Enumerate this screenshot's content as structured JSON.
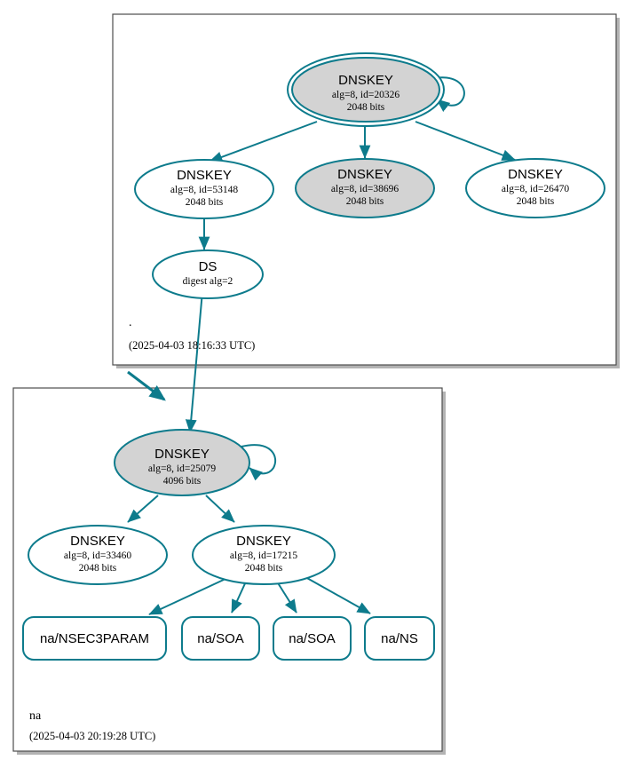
{
  "diagram": {
    "type": "dnssec-authentication-chain",
    "colors": {
      "edge": "#0d7b8c",
      "node_stroke": "#0d7b8c",
      "secure_fill": "#d3d3d3",
      "plain_fill": "#ffffff",
      "zone_border": "#4d4d4d",
      "zone_shadow": "#b3b3b3",
      "text": "#000000"
    }
  },
  "zones": [
    {
      "id": "root",
      "name": ".",
      "timestamp": "(2025-04-03 18:16:33 UTC)",
      "nodes": [
        {
          "id": "root-ksk-20326",
          "kind": "DNSKEY",
          "title": "DNSKEY",
          "line2": "alg=8, id=20326",
          "line3": "2048 bits",
          "alg": 8,
          "key_id": 20326,
          "bits": 2048,
          "shape": "double-ellipse",
          "fill": "secure",
          "self_signed": true
        },
        {
          "id": "root-zsk-53148",
          "kind": "DNSKEY",
          "title": "DNSKEY",
          "line2": "alg=8, id=53148",
          "line3": "2048 bits",
          "alg": 8,
          "key_id": 53148,
          "bits": 2048,
          "shape": "ellipse",
          "fill": "plain",
          "self_signed": false
        },
        {
          "id": "root-zsk-38696",
          "kind": "DNSKEY",
          "title": "DNSKEY",
          "line2": "alg=8, id=38696",
          "line3": "2048 bits",
          "alg": 8,
          "key_id": 38696,
          "bits": 2048,
          "shape": "ellipse",
          "fill": "secure",
          "self_signed": false
        },
        {
          "id": "root-zsk-26470",
          "kind": "DNSKEY",
          "title": "DNSKEY",
          "line2": "alg=8, id=26470",
          "line3": "2048 bits",
          "alg": 8,
          "key_id": 26470,
          "bits": 2048,
          "shape": "ellipse",
          "fill": "plain",
          "self_signed": false
        },
        {
          "id": "root-ds",
          "kind": "DS",
          "title": "DS",
          "line2": "digest alg=2",
          "line3": "",
          "digest_alg": 2,
          "shape": "ellipse",
          "fill": "plain",
          "self_signed": false
        }
      ]
    },
    {
      "id": "na",
      "name": "na",
      "timestamp": "(2025-04-03 20:19:28 UTC)",
      "nodes": [
        {
          "id": "na-ksk-25079",
          "kind": "DNSKEY",
          "title": "DNSKEY",
          "line2": "alg=8, id=25079",
          "line3": "4096 bits",
          "alg": 8,
          "key_id": 25079,
          "bits": 4096,
          "shape": "ellipse",
          "fill": "secure",
          "self_signed": true
        },
        {
          "id": "na-zsk-33460",
          "kind": "DNSKEY",
          "title": "DNSKEY",
          "line2": "alg=8, id=33460",
          "line3": "2048 bits",
          "alg": 8,
          "key_id": 33460,
          "bits": 2048,
          "shape": "ellipse",
          "fill": "plain",
          "self_signed": false
        },
        {
          "id": "na-zsk-17215",
          "kind": "DNSKEY",
          "title": "DNSKEY",
          "line2": "alg=8, id=17215",
          "line3": "2048 bits",
          "alg": 8,
          "key_id": 17215,
          "bits": 2048,
          "shape": "ellipse",
          "fill": "plain",
          "self_signed": false
        },
        {
          "id": "na-nsec3param",
          "kind": "RRset",
          "title": "na/NSEC3PARAM",
          "shape": "rounded-rect",
          "fill": "plain"
        },
        {
          "id": "na-soa-1",
          "kind": "RRset",
          "title": "na/SOA",
          "shape": "rounded-rect",
          "fill": "plain"
        },
        {
          "id": "na-soa-2",
          "kind": "RRset",
          "title": "na/SOA",
          "shape": "rounded-rect",
          "fill": "plain"
        },
        {
          "id": "na-ns",
          "kind": "RRset",
          "title": "na/NS",
          "shape": "rounded-rect",
          "fill": "plain"
        }
      ]
    }
  ],
  "edges": [
    {
      "from": "root-ksk-20326",
      "to": "root-ksk-20326",
      "style": "self-loop"
    },
    {
      "from": "root-ksk-20326",
      "to": "root-zsk-53148",
      "style": "signs"
    },
    {
      "from": "root-ksk-20326",
      "to": "root-zsk-38696",
      "style": "signs"
    },
    {
      "from": "root-ksk-20326",
      "to": "root-zsk-26470",
      "style": "signs"
    },
    {
      "from": "root-zsk-53148",
      "to": "root-ds",
      "style": "signs"
    },
    {
      "from": "root-ds",
      "to": "na-ksk-25079",
      "style": "delegates"
    },
    {
      "from": "root",
      "to": "na",
      "style": "zone-delegation"
    },
    {
      "from": "na-ksk-25079",
      "to": "na-ksk-25079",
      "style": "self-loop"
    },
    {
      "from": "na-ksk-25079",
      "to": "na-zsk-33460",
      "style": "signs"
    },
    {
      "from": "na-ksk-25079",
      "to": "na-zsk-17215",
      "style": "signs"
    },
    {
      "from": "na-zsk-17215",
      "to": "na-nsec3param",
      "style": "signs"
    },
    {
      "from": "na-zsk-17215",
      "to": "na-soa-1",
      "style": "signs"
    },
    {
      "from": "na-zsk-17215",
      "to": "na-soa-2",
      "style": "signs"
    },
    {
      "from": "na-zsk-17215",
      "to": "na-ns",
      "style": "signs"
    }
  ]
}
